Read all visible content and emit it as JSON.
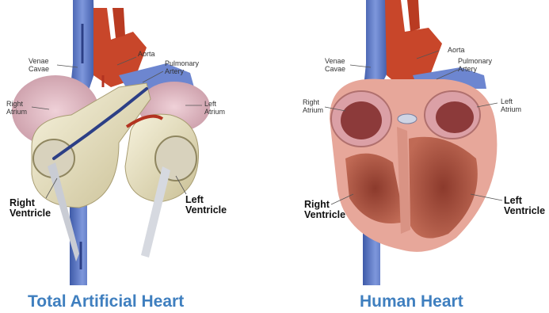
{
  "left_panel": {
    "caption": "Total Artificial Heart",
    "labels": {
      "venae_cavae": "Venae\nCavae",
      "aorta": "Aorta",
      "pulmonary_artery": "Pulmonary\nArtery",
      "right_atrium": "Right\nAtrium",
      "left_atrium": "Left\nAtrium",
      "right_ventricle": "Right\nVentricle",
      "left_ventricle": "Left\nVentricle"
    }
  },
  "right_panel": {
    "caption": "Human Heart",
    "labels": {
      "venae_cavae": "Venae\nCavae",
      "aorta": "Aorta",
      "pulmonary_artery": "Pulmonary\nArtery",
      "right_atrium": "Right\nAtrium",
      "left_atrium": "Left\nAtrium",
      "right_ventricle": "Right\nVentricle",
      "left_ventricle": "Left\nVentricle"
    }
  },
  "colors": {
    "caption": "#3f7fbf",
    "vein_blue": "#5a78c8",
    "artery_red": "#c8462a",
    "device_shell": "#e9e2c2",
    "heart_muscle": "#b5574a",
    "heart_outer": "#e7a79a",
    "atrium_pink": "#e3b6c0"
  }
}
